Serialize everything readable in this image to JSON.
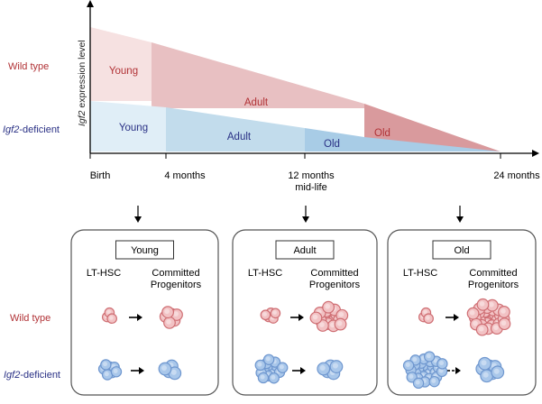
{
  "timeline": {
    "wild_type_label": "Wild type",
    "igf2_deficient_label": {
      "gene": "Igf2",
      "suffix": "-deficient"
    },
    "y_axis_label": {
      "gene": "Igf2",
      "rest": " expression level"
    },
    "wt_phases": {
      "young": "Young",
      "adult": "Adult",
      "old": "Old"
    },
    "def_phases": {
      "young": "Young",
      "adult": "Adult",
      "old": "Old"
    },
    "ticks": [
      {
        "label": "Birth",
        "sublabel": ""
      },
      {
        "label": "4 months",
        "sublabel": ""
      },
      {
        "label": "12 months",
        "sublabel": "mid-life"
      },
      {
        "label": "24 months",
        "sublabel": ""
      }
    ],
    "colors": {
      "wt_young": "#f6e1e1",
      "wt_adult": "#e8c0c2",
      "wt_old": "#d99a9d",
      "def_young": "#e0eef7",
      "def_adult": "#c2dcec",
      "def_old": "#a8cce6",
      "wt_text": "#b13236",
      "def_text": "#2a3185"
    }
  },
  "panels": [
    {
      "title": "Young",
      "lt_hsc_label": "LT-HSC",
      "progenitor_label_1": "Committed",
      "progenitor_label_2": "Progenitors"
    },
    {
      "title": "Adult",
      "lt_hsc_label": "LT-HSC",
      "progenitor_label_1": "Committed",
      "progenitor_label_2": "Progenitors"
    },
    {
      "title": "Old",
      "lt_hsc_label": "LT-HSC",
      "progenitor_label_1": "Committed",
      "progenitor_label_2": "Progenitors"
    }
  ],
  "row_labels": {
    "wild_type": "Wild type",
    "igf2_deficient": {
      "gene": "Igf2",
      "suffix": "-deficient"
    }
  },
  "cell_colors": {
    "wt_fill": "#f2c2c4",
    "wt_stroke": "#cf6f74",
    "wt_inner": "#f8e0e1",
    "def_fill": "#a9c7ea",
    "def_stroke": "#6f97cf",
    "def_inner": "#cfe0f4"
  }
}
